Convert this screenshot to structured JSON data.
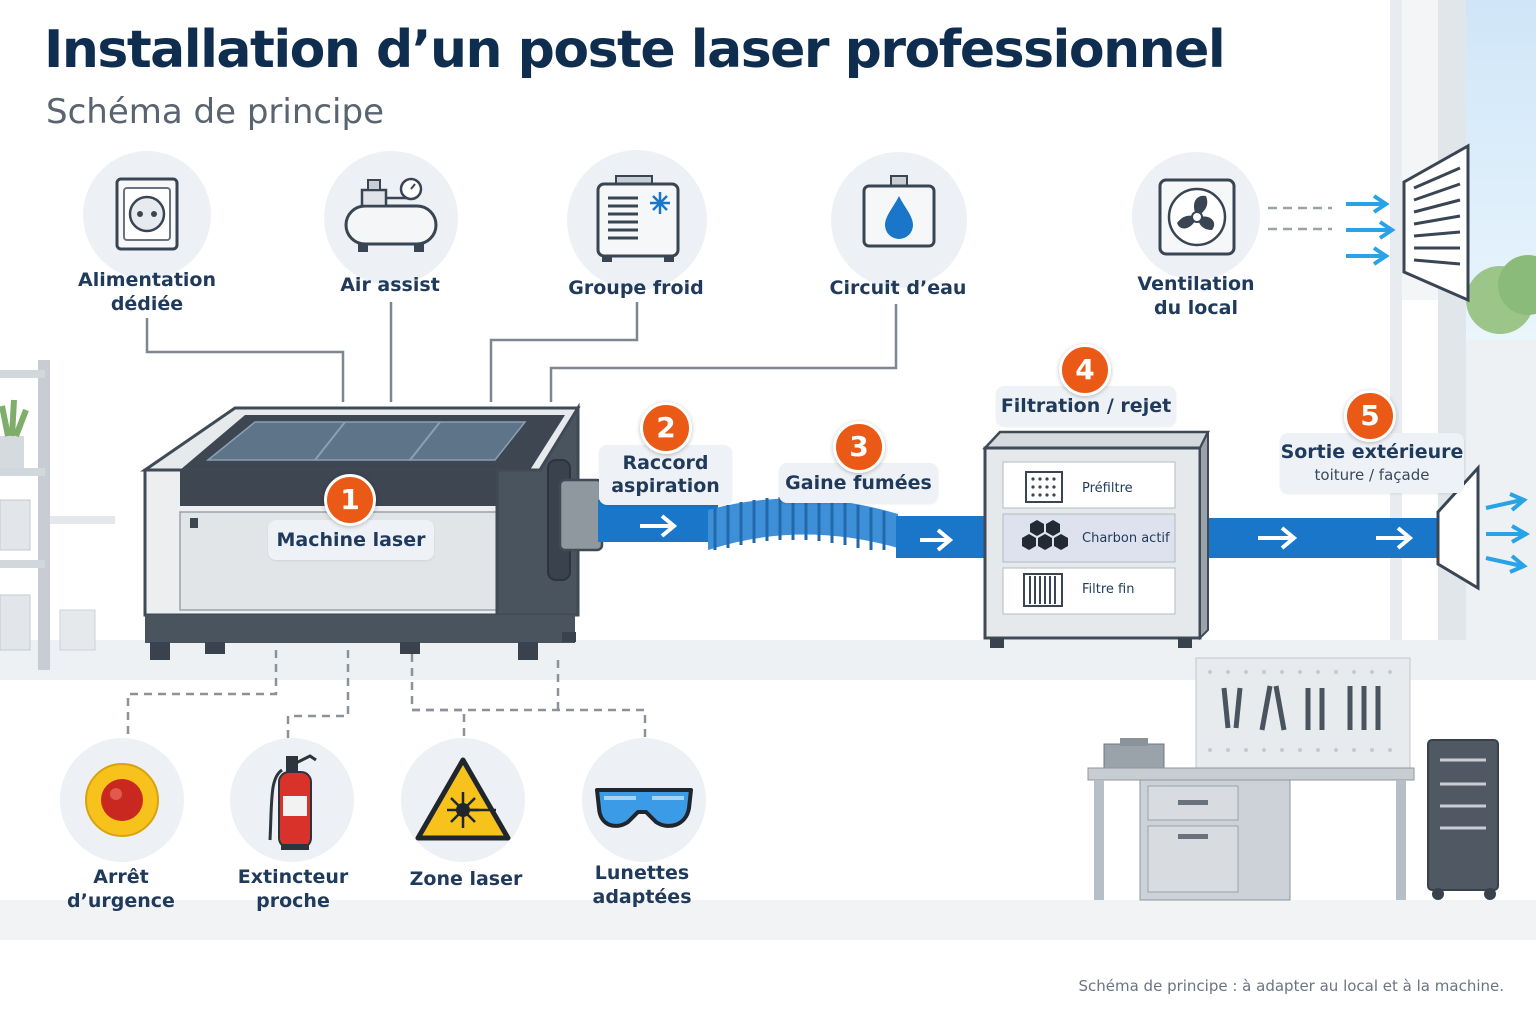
{
  "title": "Installation d’un poste laser professionnel",
  "subtitle": "Schéma de principe",
  "top_items": [
    {
      "label_lines": [
        "Alimentation",
        "dédiée"
      ],
      "icon": "power-outlet-icon"
    },
    {
      "label_lines": [
        "Air assist"
      ],
      "icon": "air-compressor-icon"
    },
    {
      "label_lines": [
        "Groupe froid"
      ],
      "icon": "chiller-icon"
    },
    {
      "label_lines": [
        "Circuit d’eau"
      ],
      "icon": "water-drop-icon"
    },
    {
      "label_lines": [
        "Ventilation",
        "du local"
      ],
      "icon": "fan-icon"
    }
  ],
  "steps": [
    {
      "number": "1",
      "label_lines": [
        "Machine laser"
      ]
    },
    {
      "number": "2",
      "label_lines": [
        "Raccord",
        "aspiration"
      ]
    },
    {
      "number": "3",
      "label_lines": [
        "Gaine fumées"
      ]
    },
    {
      "number": "4",
      "label_lines": [
        "Filtration / rejet"
      ]
    },
    {
      "number": "5",
      "label_lines": [
        "Sortie extérieure"
      ],
      "sublabel": "toiture / façade"
    }
  ],
  "filter_stages": [
    {
      "label": "Préfiltre",
      "icon": "prefilter-icon"
    },
    {
      "label": "Charbon actif",
      "icon": "activated-carbon-icon"
    },
    {
      "label": "Filtre fin",
      "icon": "fine-filter-icon"
    }
  ],
  "safety_items": [
    {
      "label_lines": [
        "Arrêt",
        "d’urgence"
      ],
      "icon": "emergency-stop-icon"
    },
    {
      "label_lines": [
        "Extincteur",
        "proche"
      ],
      "icon": "fire-extinguisher-icon"
    },
    {
      "label_lines": [
        "Zone laser"
      ],
      "icon": "laser-warning-icon"
    },
    {
      "label_lines": [
        "Lunettes",
        "adaptées"
      ],
      "icon": "safety-glasses-icon"
    }
  ],
  "footer_note": "Schéma de principe : à adapter au local et à la machine.",
  "colors": {
    "title": "#0f2d4f",
    "label": "#1f3a5a",
    "badge": "#ea5a16",
    "duct": "#1976c8",
    "airflow": "#2aa3e6"
  }
}
